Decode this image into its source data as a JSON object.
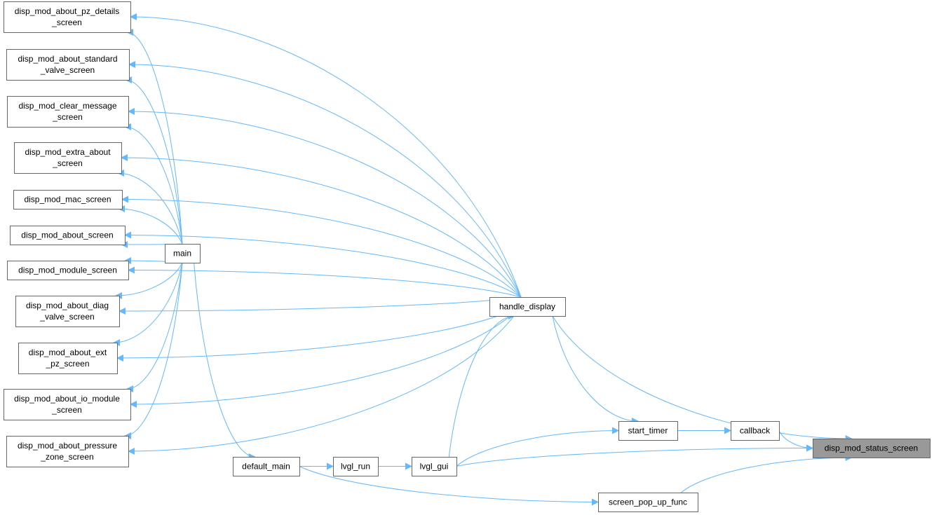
{
  "colors": {
    "edge": "#63b8ff",
    "node_border": "#666666",
    "node_fill": "#ffffff",
    "highlight_fill": "#999999"
  },
  "nodes": [
    {
      "id": "pz_details",
      "lines": [
        "disp_mod_about_pz_details",
        "_screen"
      ]
    },
    {
      "id": "standard_valve",
      "lines": [
        "disp_mod_about_standard",
        "_valve_screen"
      ]
    },
    {
      "id": "clear_message",
      "lines": [
        "disp_mod_clear_message",
        "_screen"
      ]
    },
    {
      "id": "extra_about",
      "lines": [
        "disp_mod_extra_about",
        "_screen"
      ]
    },
    {
      "id": "mac_screen",
      "lines": [
        "disp_mod_mac_screen"
      ]
    },
    {
      "id": "about_screen",
      "lines": [
        "disp_mod_about_screen"
      ]
    },
    {
      "id": "module_screen",
      "lines": [
        "disp_mod_module_screen"
      ]
    },
    {
      "id": "diag_valve",
      "lines": [
        "disp_mod_about_diag",
        "_valve_screen"
      ]
    },
    {
      "id": "ext_pz",
      "lines": [
        "disp_mod_about_ext",
        "_pz_screen"
      ]
    },
    {
      "id": "io_module",
      "lines": [
        "disp_mod_about_io_module",
        "_screen"
      ]
    },
    {
      "id": "pressure_zone",
      "lines": [
        "disp_mod_about_pressure",
        "_zone_screen"
      ]
    },
    {
      "id": "main",
      "lines": [
        "main"
      ]
    },
    {
      "id": "default_main",
      "lines": [
        "default_main"
      ]
    },
    {
      "id": "lvgl_run",
      "lines": [
        "lvgl_run"
      ]
    },
    {
      "id": "lvgl_gui",
      "lines": [
        "lvgl_gui"
      ]
    },
    {
      "id": "handle_display",
      "lines": [
        "handle_display"
      ]
    },
    {
      "id": "start_timer",
      "lines": [
        "start_timer"
      ]
    },
    {
      "id": "callback",
      "lines": [
        "callback"
      ]
    },
    {
      "id": "screen_pop_up",
      "lines": [
        "screen_pop_up_func"
      ]
    },
    {
      "id": "status_screen",
      "lines": [
        "disp_mod_status_screen"
      ],
      "highlight": true
    }
  ],
  "edges": [
    [
      "main",
      "pz_details"
    ],
    [
      "main",
      "standard_valve"
    ],
    [
      "main",
      "clear_message"
    ],
    [
      "main",
      "extra_about"
    ],
    [
      "main",
      "mac_screen"
    ],
    [
      "main",
      "about_screen"
    ],
    [
      "main",
      "module_screen"
    ],
    [
      "main",
      "diag_valve"
    ],
    [
      "main",
      "ext_pz"
    ],
    [
      "main",
      "io_module"
    ],
    [
      "main",
      "pressure_zone"
    ],
    [
      "main",
      "default_main"
    ],
    [
      "handle_display",
      "pz_details"
    ],
    [
      "handle_display",
      "standard_valve"
    ],
    [
      "handle_display",
      "clear_message"
    ],
    [
      "handle_display",
      "extra_about"
    ],
    [
      "handle_display",
      "mac_screen"
    ],
    [
      "handle_display",
      "about_screen"
    ],
    [
      "handle_display",
      "module_screen"
    ],
    [
      "handle_display",
      "diag_valve"
    ],
    [
      "handle_display",
      "ext_pz"
    ],
    [
      "handle_display",
      "io_module"
    ],
    [
      "handle_display",
      "pressure_zone"
    ],
    [
      "handle_display",
      "start_timer"
    ],
    [
      "handle_display",
      "status_screen"
    ],
    [
      "default_main",
      "lvgl_run"
    ],
    [
      "default_main",
      "screen_pop_up"
    ],
    [
      "lvgl_run",
      "lvgl_gui"
    ],
    [
      "lvgl_gui",
      "handle_display"
    ],
    [
      "lvgl_gui",
      "start_timer"
    ],
    [
      "lvgl_gui",
      "status_screen"
    ],
    [
      "start_timer",
      "callback"
    ],
    [
      "callback",
      "status_screen"
    ],
    [
      "screen_pop_up",
      "status_screen"
    ]
  ]
}
